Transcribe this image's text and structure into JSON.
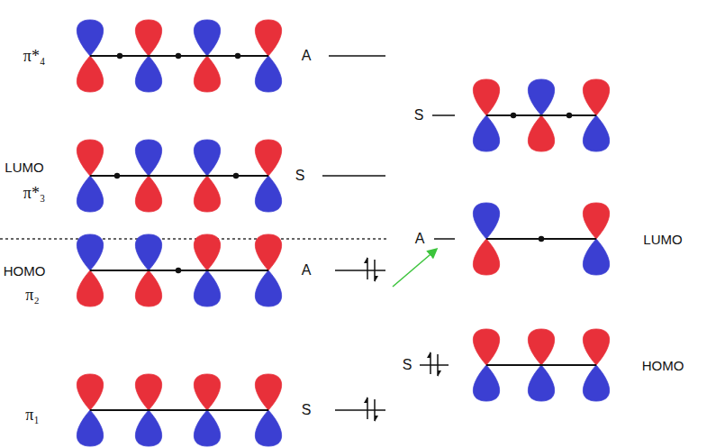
{
  "diagram": {
    "labels": [
      "π*₄",
      "A",
      "S",
      "LUMO",
      "π*₃",
      "S",
      "A",
      "LUMO",
      "HOMO",
      "π₂",
      "A",
      "S",
      "HOMO",
      "π₁",
      "S"
    ]
  }
}
